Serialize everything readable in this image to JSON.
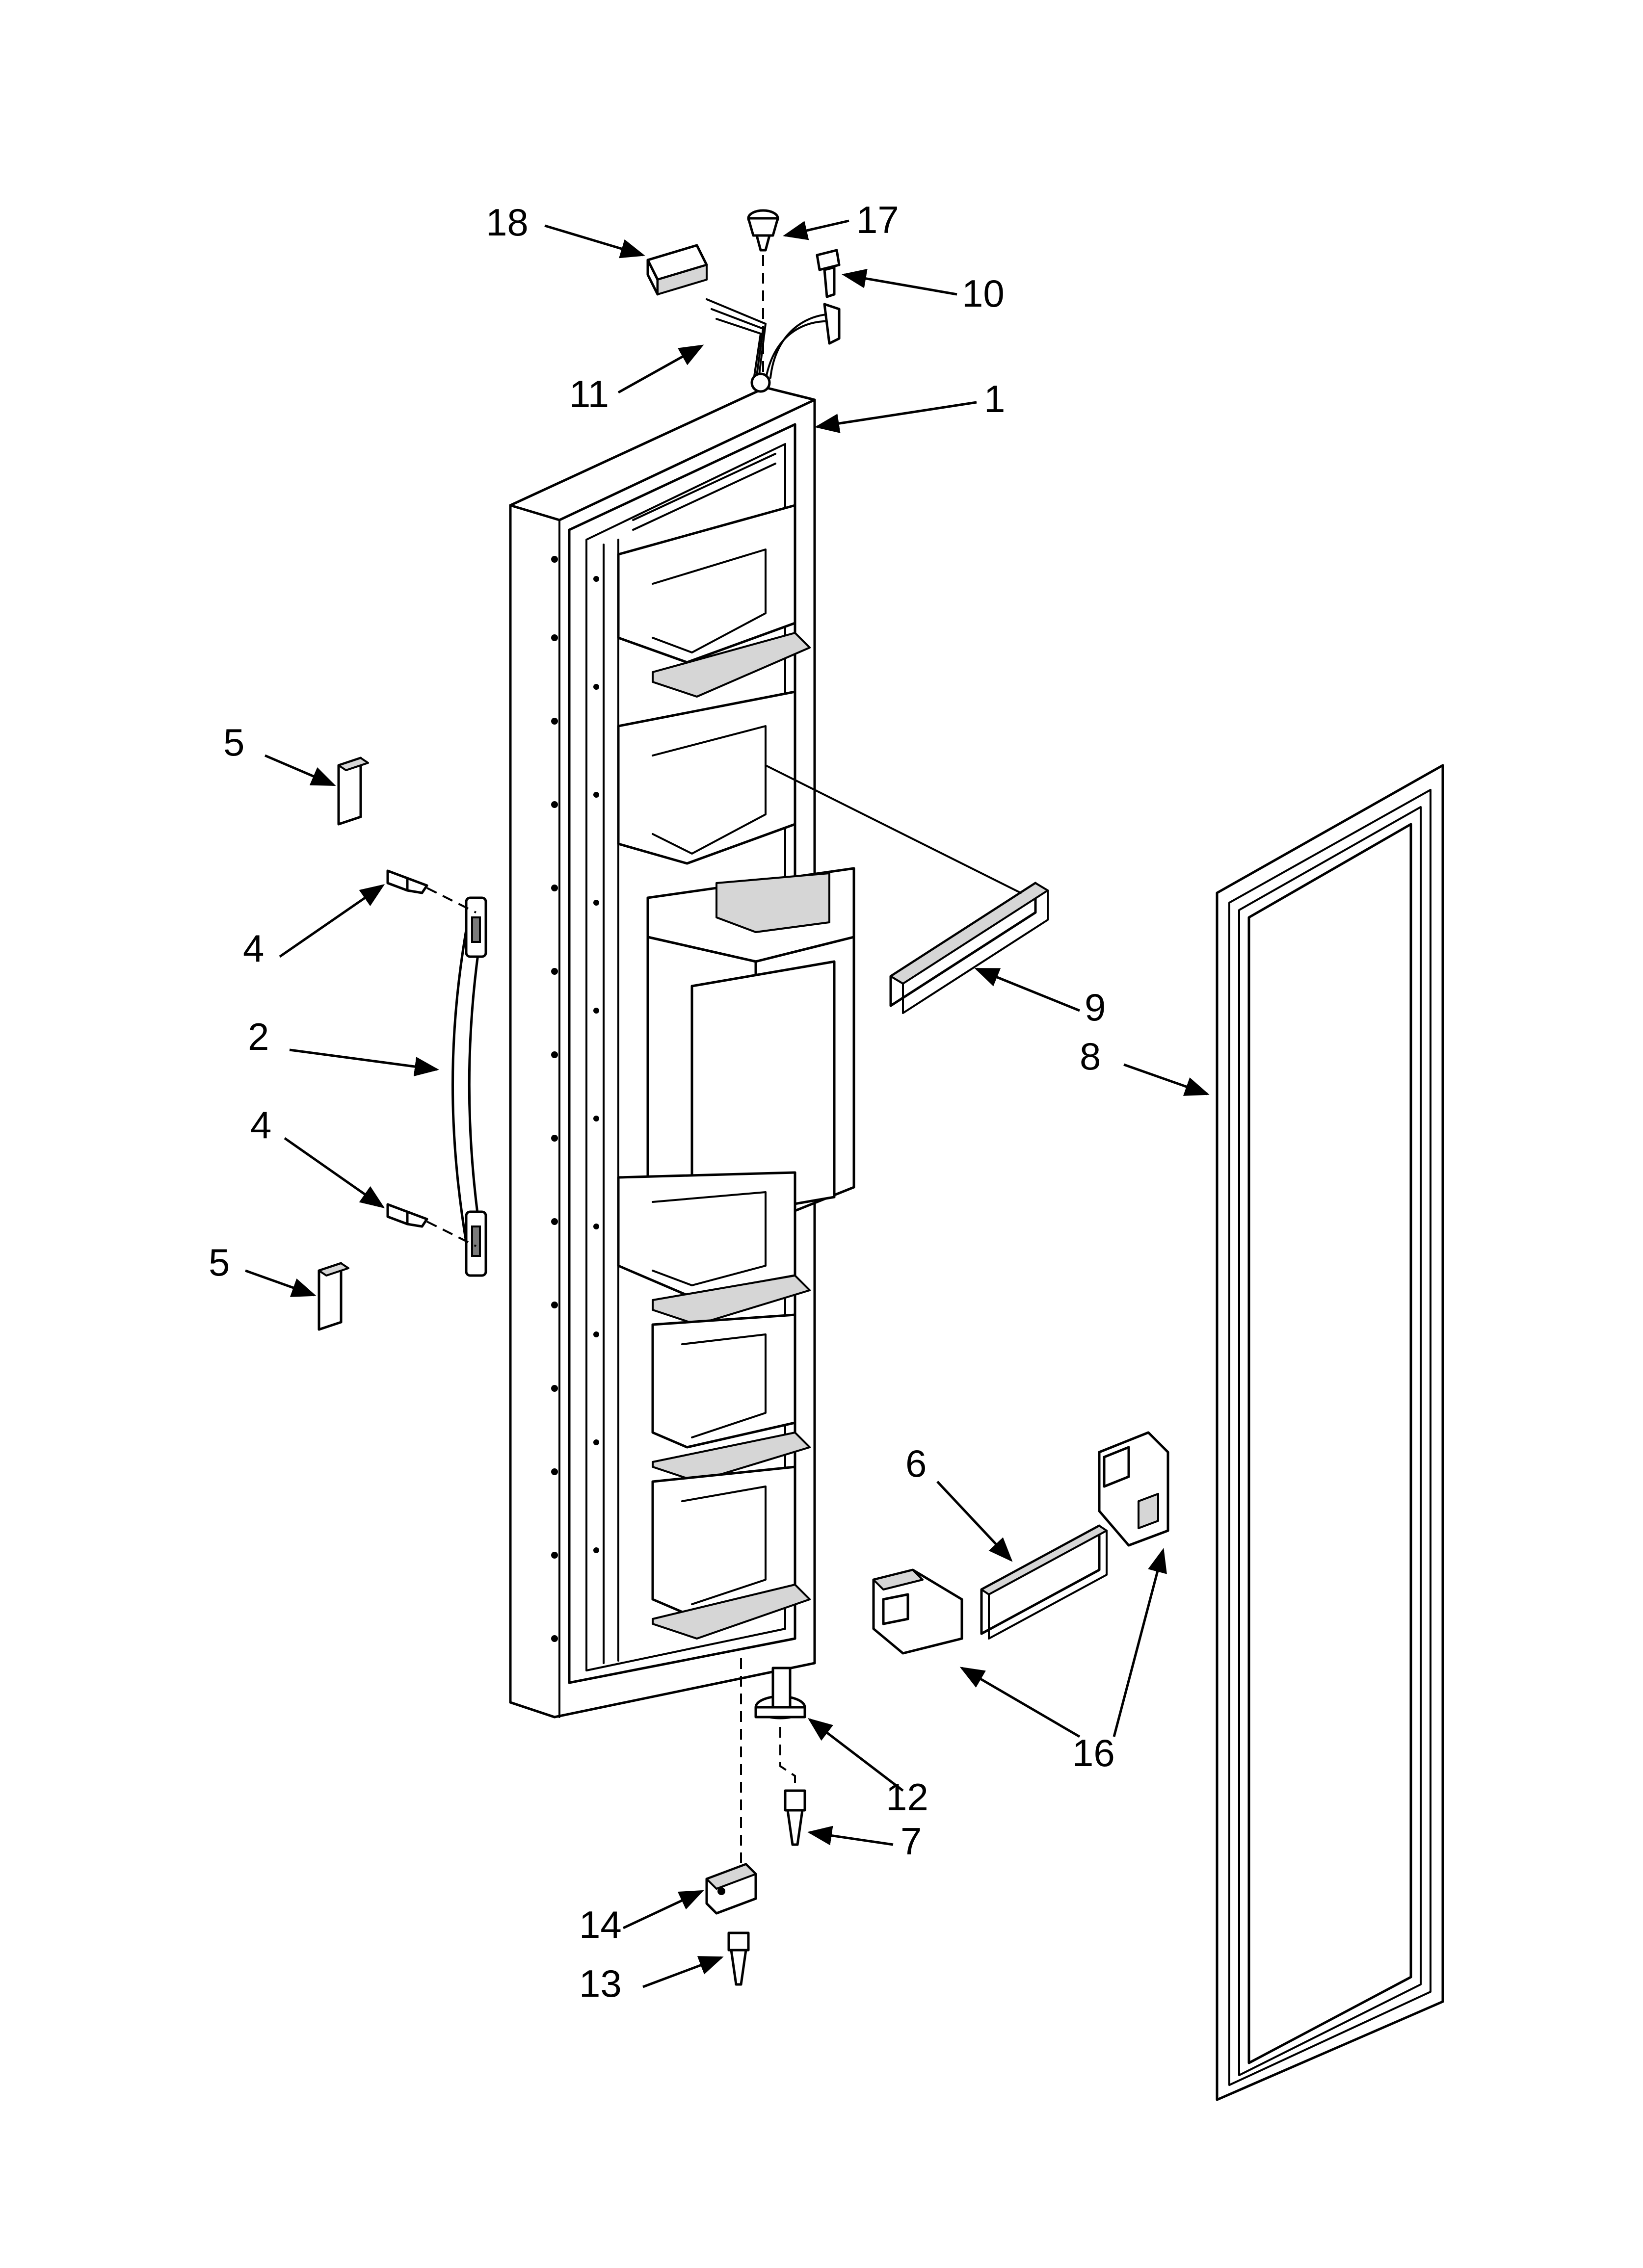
{
  "callouts": [
    {
      "label": "1"
    },
    {
      "label": "2"
    },
    {
      "label": "4"
    },
    {
      "label": "4"
    },
    {
      "label": "5"
    },
    {
      "label": "5"
    },
    {
      "label": "6"
    },
    {
      "label": "7"
    },
    {
      "label": "8"
    },
    {
      "label": "9"
    },
    {
      "label": "10"
    },
    {
      "label": "11"
    },
    {
      "label": "12"
    },
    {
      "label": "13"
    },
    {
      "label": "14"
    },
    {
      "label": "16"
    },
    {
      "label": "17"
    },
    {
      "label": "18"
    }
  ]
}
